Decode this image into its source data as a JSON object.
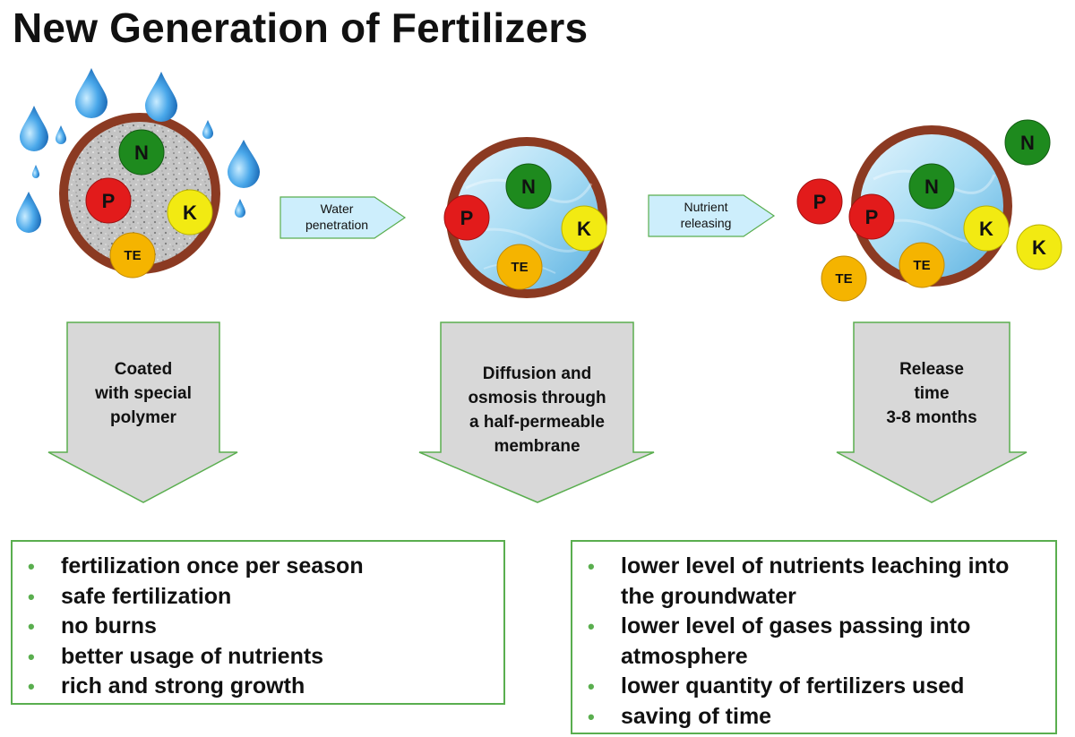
{
  "title": "New Generation of Fertilizers",
  "colors": {
    "shell": "#8b3a22",
    "N": "#1e8a1e",
    "P": "#e21b1b",
    "K": "#f2ea12",
    "TE": "#f5b400",
    "drop": "#3a9be0",
    "arrow_fill": "#d8d8d8",
    "arrow_border": "#5aae4f",
    "process_fill": "#cdeefc"
  },
  "nutrients": {
    "n": "N",
    "p": "P",
    "k": "K",
    "te": "TE"
  },
  "process_arrows": [
    {
      "lines": [
        "Water",
        "penetration"
      ]
    },
    {
      "lines": [
        "Nutrient",
        "releasing"
      ]
    }
  ],
  "down_arrows": [
    {
      "lines": [
        "Coated",
        "with special",
        "polymer"
      ]
    },
    {
      "lines": [
        "Diffusion and",
        "osmosis through",
        "a half-permeable",
        "membrane"
      ]
    },
    {
      "lines": [
        "Release",
        "time",
        "3-8 months"
      ]
    }
  ],
  "benefits_left": [
    "fertilization once per season",
    "safe fertilization",
    "no burns",
    "better usage of nutrients",
    "rich and strong growth"
  ],
  "benefits_right": [
    "lower level of nutrients leaching into the groundwater",
    "lower level of gases passing into atmosphere",
    "lower quantity of fertilizers used",
    "saving of time"
  ]
}
